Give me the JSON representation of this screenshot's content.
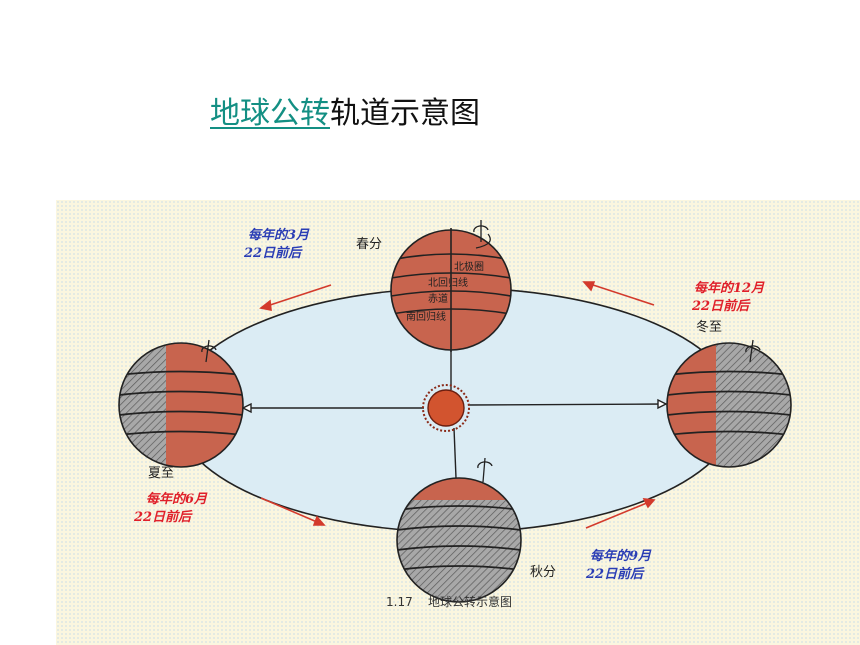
{
  "title": {
    "link": "地球公转",
    "rest": "轨道示意图"
  },
  "colors": {
    "link": "#138f83",
    "sunlit": "#c8644e",
    "shadow": "#9c9c9c",
    "orbit_fill": "#dbecf4",
    "blue_note": "#2a3db5",
    "red_note": "#e0202a"
  },
  "positions": {
    "spring": {
      "name": "春分",
      "note": [
        "每年的3月",
        "22日前后"
      ]
    },
    "summer": {
      "name": "夏至",
      "note": [
        "每年的6月",
        "22日前后"
      ]
    },
    "autumn": {
      "name": "秋分",
      "note": [
        "每年的9月",
        "22日前后"
      ]
    },
    "winter": {
      "name": "冬至",
      "note": [
        "每年的12月",
        "22日前后"
      ]
    }
  },
  "zones": {
    "arctic_circle": "北极圈",
    "tropic_cancer": "北回归线",
    "equator": "赤道",
    "tropic_capricorn": "南回归线"
  },
  "caption": "1.17    地球公转示意图",
  "icons": [
    "sun-icon",
    "rotation-arrow-icon",
    "orbit-arrow-icon"
  ]
}
